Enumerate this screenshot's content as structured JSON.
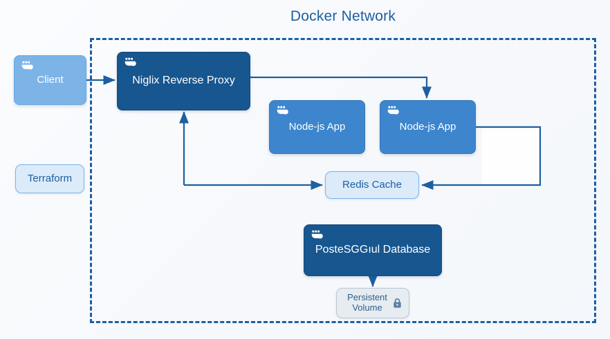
{
  "diagram": {
    "type": "architecture-diagram",
    "title": "Docker Network",
    "background_color": "#f7f9fc",
    "boundary": {
      "label": "Docker Network",
      "style": "dashed",
      "color": "#1d5fa0"
    },
    "palette": {
      "dark_blue": "#17568f",
      "mid_blue": "#3d86cd",
      "light_blue": "#7cb4e8",
      "pale_blue": "#dcebf9",
      "grey": "#e7ecf1",
      "accent": "#1d5fa0"
    },
    "nodes": [
      {
        "id": "client",
        "label": "Client",
        "icon": "docker-whale-icon",
        "style": "light",
        "inside_network": false
      },
      {
        "id": "terraform",
        "label": "Terraform",
        "icon": "none",
        "style": "pale",
        "inside_network": false
      },
      {
        "id": "nginx",
        "label": "Niglix Reverse Proxy",
        "icon": "docker-whale-icon",
        "style": "dark",
        "inside_network": true
      },
      {
        "id": "node-app-1",
        "label": "Node-js App",
        "icon": "docker-whale-icon",
        "style": "mid",
        "inside_network": true
      },
      {
        "id": "node-app-2",
        "label": "Node-js App",
        "icon": "docker-whale-icon",
        "style": "mid",
        "inside_network": true
      },
      {
        "id": "redis",
        "label": "Redis Cache",
        "icon": "none",
        "style": "pale",
        "inside_network": true
      },
      {
        "id": "postgres",
        "label": "PosteSGGıul Database",
        "icon": "docker-whale-icon",
        "style": "dark",
        "inside_network": true
      },
      {
        "id": "volume",
        "label_line_1": "Persistent",
        "label_line_2": "Volume",
        "icon": "lock-icon",
        "style": "grey",
        "inside_network": true
      }
    ],
    "edges": [
      {
        "from": "client",
        "to": "nginx",
        "direction": "right"
      },
      {
        "from": "nginx",
        "to": "node-app-2",
        "direction": "down"
      },
      {
        "from": "node-app-2",
        "to": "redis",
        "direction": "left"
      },
      {
        "from": "redis",
        "to": "nginx",
        "direction": "up"
      },
      {
        "from": "postgres",
        "to": "volume",
        "direction": "down"
      }
    ]
  }
}
